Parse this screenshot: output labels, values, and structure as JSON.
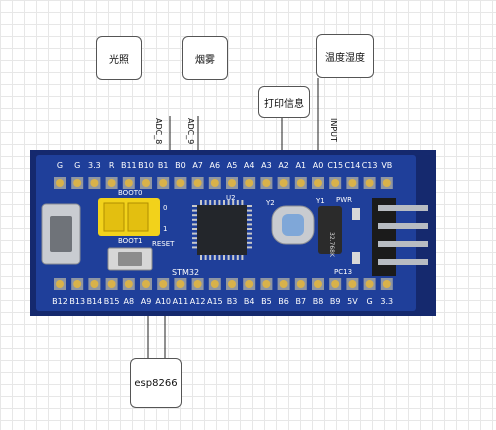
{
  "boxes": {
    "light": "光照",
    "smoke": "烟雾",
    "temp_humidity": "温度湿度",
    "print_info": "打印信息",
    "wifi": "esp8266"
  },
  "wire_labels": {
    "adc8": "ADC_8",
    "adc9": "ADC_9",
    "input": "INPUT"
  },
  "board": {
    "top_pins": [
      "G",
      "G",
      "3.3",
      "R",
      "B11",
      "B10",
      "B1",
      "B0",
      "A7",
      "A6",
      "A5",
      "A4",
      "A3",
      "A2",
      "A1",
      "A0",
      "C15",
      "C14",
      "C13",
      "VB"
    ],
    "bottom_pins": [
      "B12",
      "B13",
      "B14",
      "B15",
      "A8",
      "A9",
      "A10",
      "A11",
      "A12",
      "A15",
      "B3",
      "B4",
      "B5",
      "B6",
      "B7",
      "B8",
      "B9",
      "5V",
      "G",
      "3.3"
    ],
    "boot0": "BOOT0",
    "boot1": "BOOT1",
    "reset": "RESET",
    "chip": "STM32",
    "u2": "U2",
    "y2": "Y2",
    "y1": "Y1",
    "pwr": "PWR",
    "pc13": "PC13",
    "crystal": "32.768K"
  },
  "colors": {
    "board": "#1f3f9a",
    "board_edge": "#16307a",
    "pin_gold": "#d9b24a",
    "jumper": "#f2d21b",
    "chip": "#23262b"
  }
}
